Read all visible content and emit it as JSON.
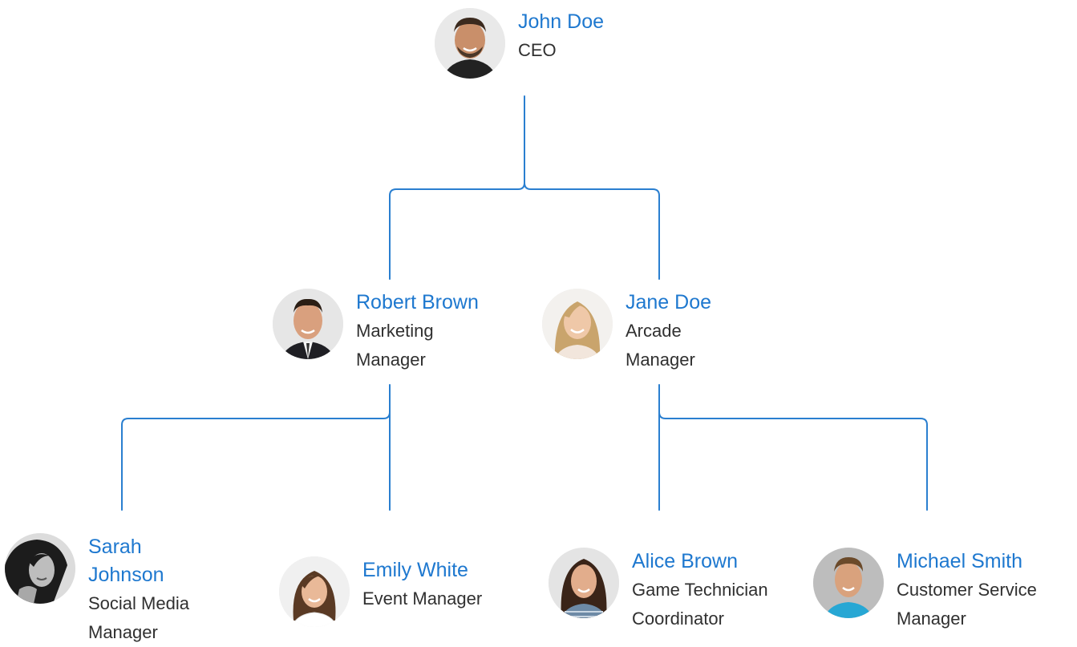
{
  "colors": {
    "accent": "#1e78cf",
    "text": "#303030",
    "connector": "#2a7fd0"
  },
  "people": {
    "john": {
      "name": "John Doe",
      "role_lines": [
        "CEO"
      ]
    },
    "robert": {
      "name": "Robert Brown",
      "role_lines": [
        "Marketing",
        "Manager"
      ]
    },
    "jane": {
      "name": "Jane Doe",
      "role_lines": [
        "Arcade",
        "Manager"
      ]
    },
    "sarah": {
      "name_lines": [
        "Sarah",
        "Johnson"
      ],
      "role_lines": [
        "Social Media",
        "Manager"
      ]
    },
    "emily": {
      "name": "Emily White",
      "role_lines": [
        "Event Manager"
      ]
    },
    "alice": {
      "name": "Alice Brown",
      "role_lines": [
        "Game Technician",
        "Coordinator"
      ]
    },
    "michael": {
      "name": "Michael Smith",
      "role_lines": [
        "Customer Service",
        "Manager"
      ]
    }
  },
  "hierarchy": {
    "john": [
      "robert",
      "jane"
    ],
    "robert": [
      "sarah",
      "emily"
    ],
    "jane": [
      "alice",
      "michael"
    ]
  }
}
